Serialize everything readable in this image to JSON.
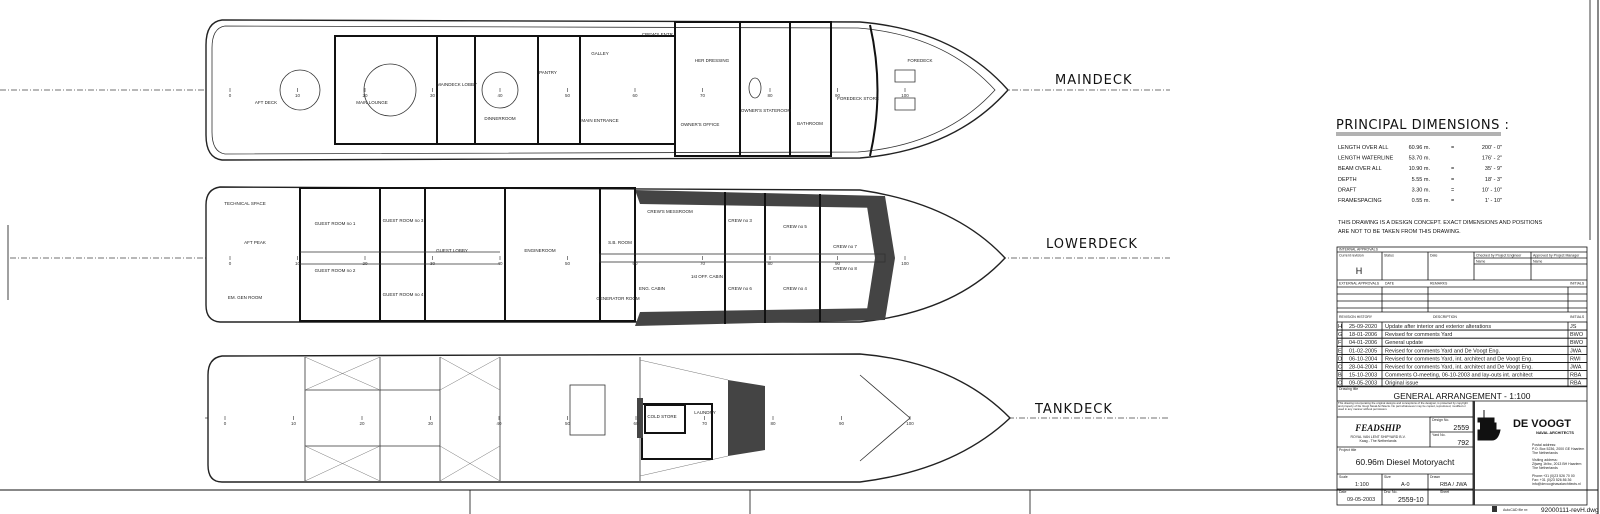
{
  "decks": {
    "maindeck": {
      "label": "MAINDECK",
      "rooms": [
        "AFT DECK",
        "MAIN LOUNGE",
        "MAINDECK LOBBY",
        "DINNERROOM",
        "PANTRY",
        "GALLEY",
        "MAIN ENTRANCE",
        "CREW'S ENTR.",
        "HER DRESSING",
        "OWNER'S OFFICE",
        "OWNER'S STATEROOM",
        "BATHROOM",
        "FOREDECK STORE",
        "FOREDECK"
      ]
    },
    "lowerdeck": {
      "label": "LOWERDECK",
      "rooms": [
        "TECHNICAL SPACE",
        "AFT PEAK",
        "EM. GEN ROOM",
        "GUEST ROOM no 1",
        "GUEST ROOM no 2",
        "GUEST ROOM no 3",
        "GUEST ROOM no 4",
        "GUEST LOBBY",
        "ENGINEROOM",
        "S.B. ROOM",
        "GENERATOR ROOM",
        "CREW'S MESSROOM",
        "ENG. CABIN",
        "1st OFF. CABIN",
        "CREW no 3",
        "CREW no 4",
        "CREW no 5",
        "CREW no 6",
        "CREW no 7",
        "CREW no 8"
      ]
    },
    "tankdeck": {
      "label": "TANKDECK",
      "rooms": [
        "COLD STORE",
        "LAUNDRY"
      ]
    },
    "frames": [
      "0",
      "10",
      "20",
      "30",
      "40",
      "50",
      "60",
      "70",
      "80",
      "90",
      "100"
    ]
  },
  "principal_dimensions": {
    "title": "PRINCIPAL DIMENSIONS :",
    "rows": [
      {
        "name": "LENGTH OVER ALL",
        "metric": "60.96 m.",
        "eq": "=",
        "imperial": "200' - 0\""
      },
      {
        "name": "LENGTH WATERLINE",
        "metric": "53.70 m.",
        "eq": "",
        "imperial": "176' - 2\""
      },
      {
        "name": "BEAM OVER ALL",
        "metric": "10.90 m.",
        "eq": "=",
        "imperial": "35' - 9\""
      },
      {
        "name": "DEPTH",
        "metric": "5.55 m.",
        "eq": "=",
        "imperial": "18' - 3\""
      },
      {
        "name": "DRAFT",
        "metric": "3.30 m.",
        "eq": "=",
        "imperial": "10' - 10\""
      },
      {
        "name": "FRAMESPACING",
        "metric": "0.55 m.",
        "eq": "=",
        "imperial": "1' - 10\""
      }
    ],
    "note_line1": "THIS DRAWING IS A DESIGN CONCEPT. EXACT DIMENSIONS AND POSITIONS",
    "note_line2": "ARE NOT TO BE TAKEN FROM THIS DRAWING."
  },
  "title_block": {
    "internal_approvals": "INTERNAL APPROVALS",
    "current_revision_label": "Current revision",
    "current_revision": "H",
    "status_label": "Status",
    "date_label": "Date",
    "checked_label": "Checked by Project Engineer",
    "approved_label": "Approved by Project Manager",
    "name_label": "Name",
    "external_approvals": "EXTERNAL APPROVALS",
    "ext_date": "DATE",
    "remarks": "REMARKS",
    "initials": "INITIALS",
    "revision_history": "REVISION HISTORY",
    "description": "DESCRIPTION",
    "revisions": [
      {
        "rev": "H",
        "date": "25-09-2020",
        "desc": "Update after interior and exterior alterations",
        "init": "JS"
      },
      {
        "rev": "G",
        "date": "18-01-2006",
        "desc": "Revised for comments Yard",
        "init": "BWO"
      },
      {
        "rev": "F",
        "date": "04-01-2006",
        "desc": "General update",
        "init": "BWO"
      },
      {
        "rev": "E",
        "date": "01-02-2005",
        "desc": "Revised for comments Yard and De Voogt Eng.",
        "init": "JWA"
      },
      {
        "rev": "D",
        "date": "06-10-2004",
        "desc": "Revised for comments Yard, int. architect and De Voogt Eng.",
        "init": "RWI"
      },
      {
        "rev": "C",
        "date": "28-04-2004",
        "desc": "Revised for comments Yard, int. architect and De Voogt Eng.",
        "init": "JWA"
      },
      {
        "rev": "B",
        "date": "15-10-2003",
        "desc": "Comments O-meeting, 06-10-2003 and lay-outs int. architect",
        "init": "RBA"
      },
      {
        "rev": "O",
        "date": "09-05-2003",
        "desc": "Original issue",
        "init": "RBA"
      }
    ],
    "drawing_title_label": "Drawing title",
    "drawing_title": "GENERAL  ARRANGEMENT - 1:100",
    "copyright": "This drawing incorporating the original designs and conceptions of the designer, is protected by copyright and property of De Voogt Naval Architects. No part whatsoever may be copied, reproduced, modified or used in any manner without permission.",
    "yard_logo": "FEADSHIP",
    "yard_name": "ROYAL VAN LENT SHIPYARD B.V.",
    "yard_place": "Kaag - The Netherlands",
    "design_no_label": "Design No.",
    "design_no": "2559",
    "yard_no_label": "Yard No.",
    "yard_no": "792",
    "project_title_label": "Project title",
    "project_title": "60.96m Diesel Motoryacht",
    "scale_label": "Scale",
    "scale": "1:100",
    "size_label": "Size",
    "size": "A-0",
    "drawn_label": "Drawn",
    "drawn": "RBA / JWA",
    "date_label2": "Date",
    "date": "09-05-2003",
    "dwg_no_label": "Drw. No.",
    "dwg_no": "2559-10",
    "sheet_label": "Sheet",
    "firm_name": "DE VOOGT",
    "firm_sub": "NAVAL ARCHITECTS",
    "postal_label": "Postal address:",
    "postal": "P.O. Box 5236, 2000 GE Haarlem",
    "postal_country": "The Netherlands",
    "visiting_label": "Visiting address:",
    "visiting": "Zijweg 1b/bc, 2013 BH Haarlem",
    "visiting_country": "The Netherlands",
    "phone": "Phone:+31 (0)23 526 70 00",
    "fax": "Fax:   +31 (0)23 526 86 36",
    "email": "info@devoogtnavalarchitects.nl",
    "autocad_label": "AutoCAD file nr:",
    "autocad_file": "92000111-revH.dwg"
  }
}
